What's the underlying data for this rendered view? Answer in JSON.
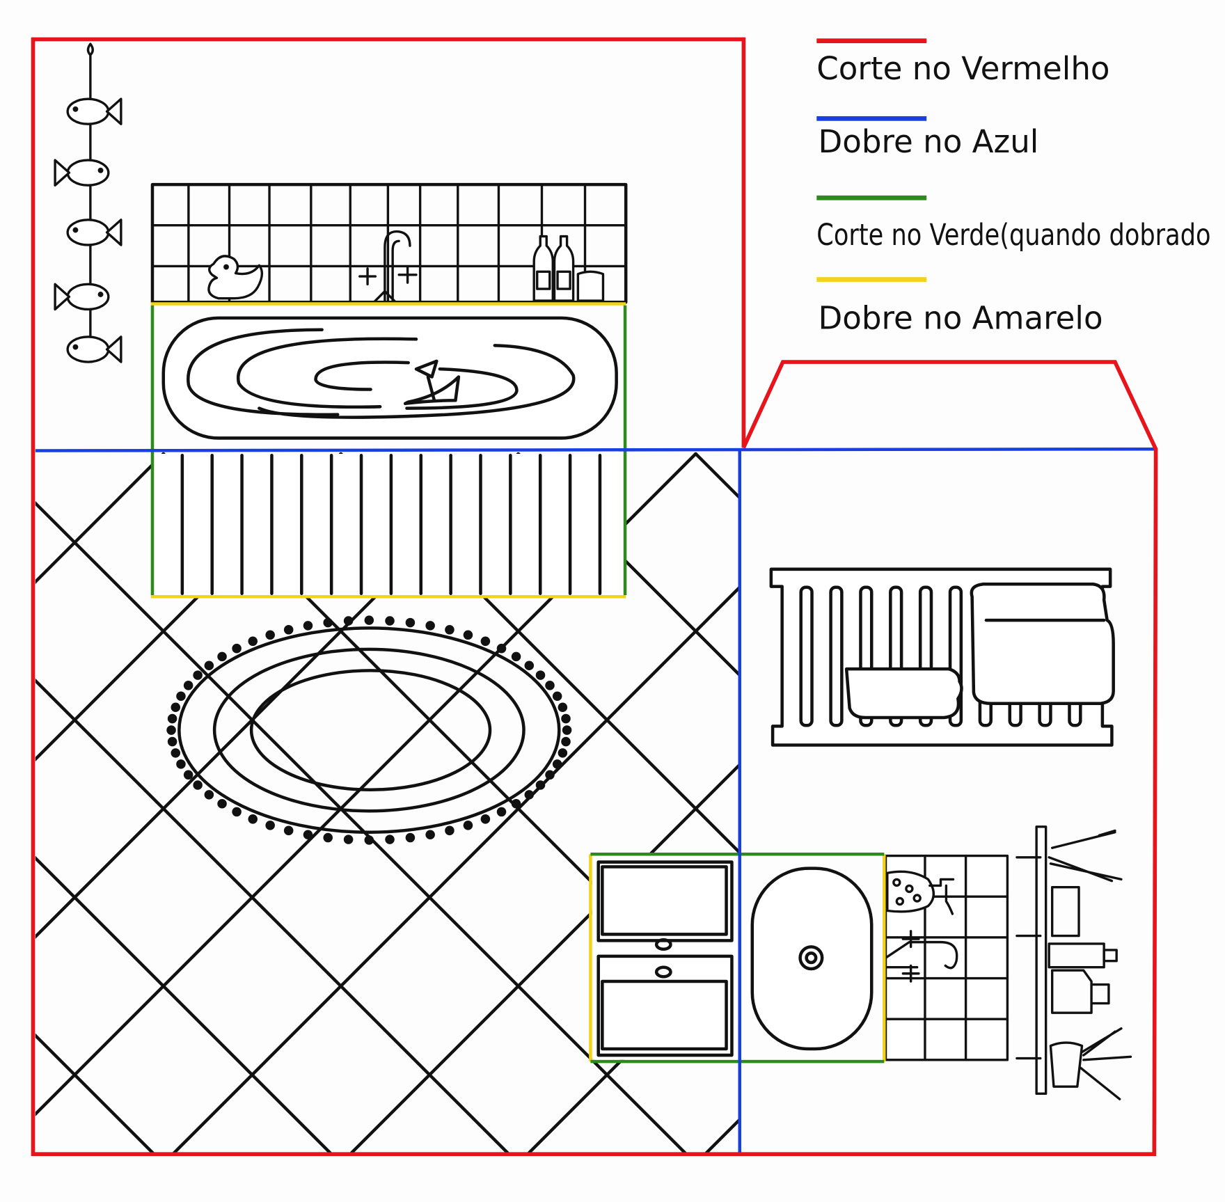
{
  "colors": {
    "cut": "#e8141b",
    "fold": "#1a3fe0",
    "cut_folded": "#2f8a1e",
    "fold_yellow": "#f2d21a",
    "ink": "#111111"
  },
  "legend": [
    {
      "label": "Corte no Vermelho",
      "color_key": "cut"
    },
    {
      "label": "Dobre no Azul",
      "color_key": "fold"
    },
    {
      "label": "Corte no Verde(quando dobrado",
      "color_key": "cut_folded"
    },
    {
      "label": "Dobre no Amarelo",
      "color_key": "fold_yellow"
    }
  ]
}
